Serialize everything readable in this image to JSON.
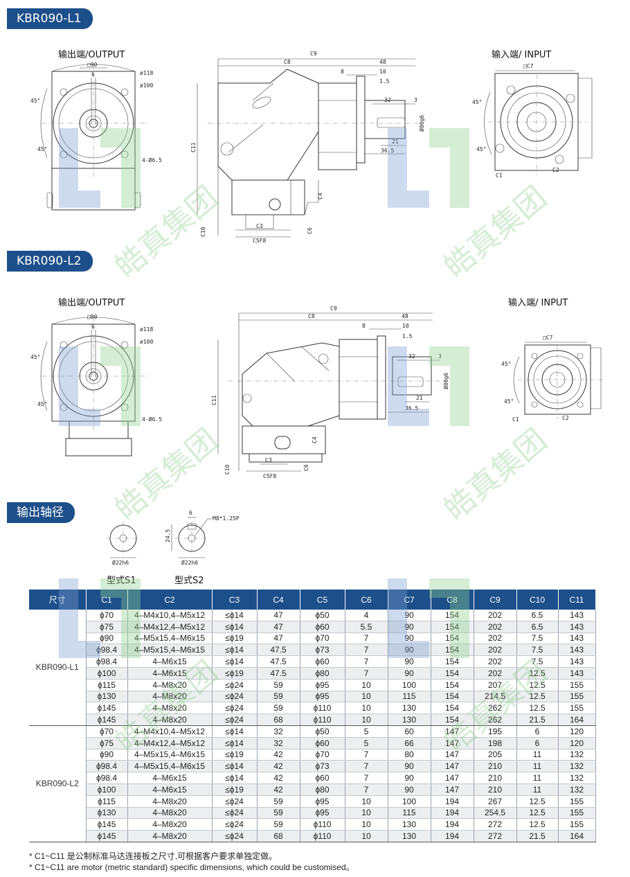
{
  "sections": {
    "l1": "KBR090-L1",
    "l2": "KBR090-L2",
    "shaft": "输出轴径"
  },
  "views": {
    "output": "输出端/OUTPUT",
    "input": "输入端/ INPUT"
  },
  "dims": {
    "square90": "□90",
    "six": "6",
    "d118": "ø118",
    "d100": "ø100",
    "holes": "4-Ø6.5",
    "deg45": "45°",
    "C9": "C9",
    "C8": "C8",
    "d48": "48",
    "d8": "8",
    "d10": "10",
    "d15": "1.5",
    "d32": "32",
    "d3": "3",
    "d21": "21",
    "d365": "36.5",
    "g6": "Ø80g6",
    "C11": "C11",
    "C4": "C4",
    "C3": "C3",
    "C10": "C10",
    "C6": "C6",
    "C5": "C5F8",
    "C7": "□C7",
    "C1": "C1",
    "C2": "C2"
  },
  "shaft": {
    "s1": "型式S1",
    "s2": "型式S2",
    "d22": "Ø22h6",
    "h245": "24.5",
    "w6": "6",
    "thread": "M8*1.25P"
  },
  "table": {
    "headers": [
      "尺寸",
      "C1",
      "C2",
      "C3",
      "C4",
      "C5",
      "C6",
      "C7",
      "C8",
      "C9",
      "C10",
      "C11"
    ],
    "groups": [
      {
        "model": "KBR090-L1",
        "rows": [
          [
            "ϕ70",
            "4–M4x10,4–M5x12",
            "≤ϕ14",
            "47",
            "ϕ50",
            "4",
            "90",
            "154",
            "202",
            "6.5",
            "143"
          ],
          [
            "ϕ75",
            "4–M4x12,4–M5x12",
            "≤ϕ14",
            "47",
            "ϕ60",
            "5.5",
            "90",
            "154",
            "202",
            "6.5",
            "143"
          ],
          [
            "ϕ90",
            "4–M5x15,4–M6x15",
            "≤ϕ19",
            "47",
            "ϕ70",
            "7",
            "90",
            "154",
            "202",
            "7.5",
            "143"
          ],
          [
            "ϕ98.4",
            "4–M5x15,4–M6x15",
            "≤ϕ14",
            "47.5",
            "ϕ73",
            "7",
            "90",
            "154",
            "202",
            "7.5",
            "143"
          ],
          [
            "ϕ98.4",
            "4–M6x15",
            "≤ϕ14",
            "47.5",
            "ϕ60",
            "7",
            "90",
            "154",
            "202",
            "7.5",
            "143"
          ],
          [
            "ϕ100",
            "4–M6x15",
            "≤ϕ19",
            "47.5",
            "ϕ80",
            "7",
            "90",
            "154",
            "202",
            "12.5",
            "143"
          ],
          [
            "ϕ115",
            "4–M8x20",
            "≤ϕ24",
            "59",
            "ϕ95",
            "10",
            "100",
            "154",
            "207",
            "12.5",
            "155"
          ],
          [
            "ϕ130",
            "4–M8x20",
            "≤ϕ24",
            "59",
            "ϕ95",
            "10",
            "115",
            "154",
            "214.5",
            "12.5",
            "155"
          ],
          [
            "ϕ145",
            "4–M8x20",
            "≤ϕ24",
            "59",
            "ϕ110",
            "10",
            "130",
            "154",
            "262",
            "12.5",
            "155"
          ],
          [
            "ϕ145",
            "4–M8x20",
            "≤ϕ24",
            "68",
            "ϕ110",
            "10",
            "130",
            "154",
            "262",
            "21.5",
            "164"
          ]
        ]
      },
      {
        "model": "KBR090-L2",
        "rows": [
          [
            "ϕ70",
            "4–M4x10,4–M5x12",
            "≤ϕ14",
            "32",
            "ϕ50",
            "5",
            "60",
            "147",
            "195",
            "6",
            "120"
          ],
          [
            "ϕ75",
            "4–M4x12,4–M5x12",
            "≤ϕ14",
            "32",
            "ϕ60",
            "5",
            "66",
            "147",
            "198",
            "6",
            "120"
          ],
          [
            "ϕ90",
            "4–M5x15,4–M6x15",
            "≤ϕ19",
            "42",
            "ϕ70",
            "7",
            "80",
            "147",
            "205",
            "11",
            "132"
          ],
          [
            "ϕ98.4",
            "4–M5x15,4–M6x15",
            "≤ϕ14",
            "42",
            "ϕ73",
            "7",
            "90",
            "147",
            "210",
            "11",
            "132"
          ],
          [
            "ϕ98.4",
            "4–M6x15",
            "≤ϕ14",
            "42",
            "ϕ60",
            "7",
            "90",
            "147",
            "210",
            "11",
            "132"
          ],
          [
            "ϕ100",
            "4–M6x15",
            "≤ϕ19",
            "42",
            "ϕ80",
            "7",
            "90",
            "147",
            "210",
            "11",
            "132"
          ],
          [
            "ϕ115",
            "4–M8x20",
            "≤ϕ24",
            "59",
            "ϕ95",
            "10",
            "100",
            "194",
            "267",
            "12.5",
            "155"
          ],
          [
            "ϕ130",
            "4–M8x20",
            "≤ϕ24",
            "59",
            "ϕ95",
            "10",
            "115",
            "194",
            "254.5",
            "12.5",
            "155"
          ],
          [
            "ϕ145",
            "4–M8x20",
            "≤ϕ24",
            "59",
            "ϕ110",
            "10",
            "130",
            "194",
            "272",
            "12.5",
            "155"
          ],
          [
            "ϕ145",
            "4–M8x20",
            "≤ϕ24",
            "68",
            "ϕ110",
            "10",
            "130",
            "194",
            "272",
            "21.5",
            "164"
          ]
        ]
      }
    ]
  },
  "notes": [
    "* C1~C11 是公制标准马达连接板之尺寸,可根据客户要求单独定做。",
    "* C1~C11 are motor (metric standard) specific dimensions, which could be customised。"
  ],
  "watermark": {
    "text": "皓真集团",
    "colors": {
      "blue": "#7f9fd0",
      "green": "#8fd08f"
    }
  },
  "colors": {
    "accent": "#1d4f8a"
  }
}
